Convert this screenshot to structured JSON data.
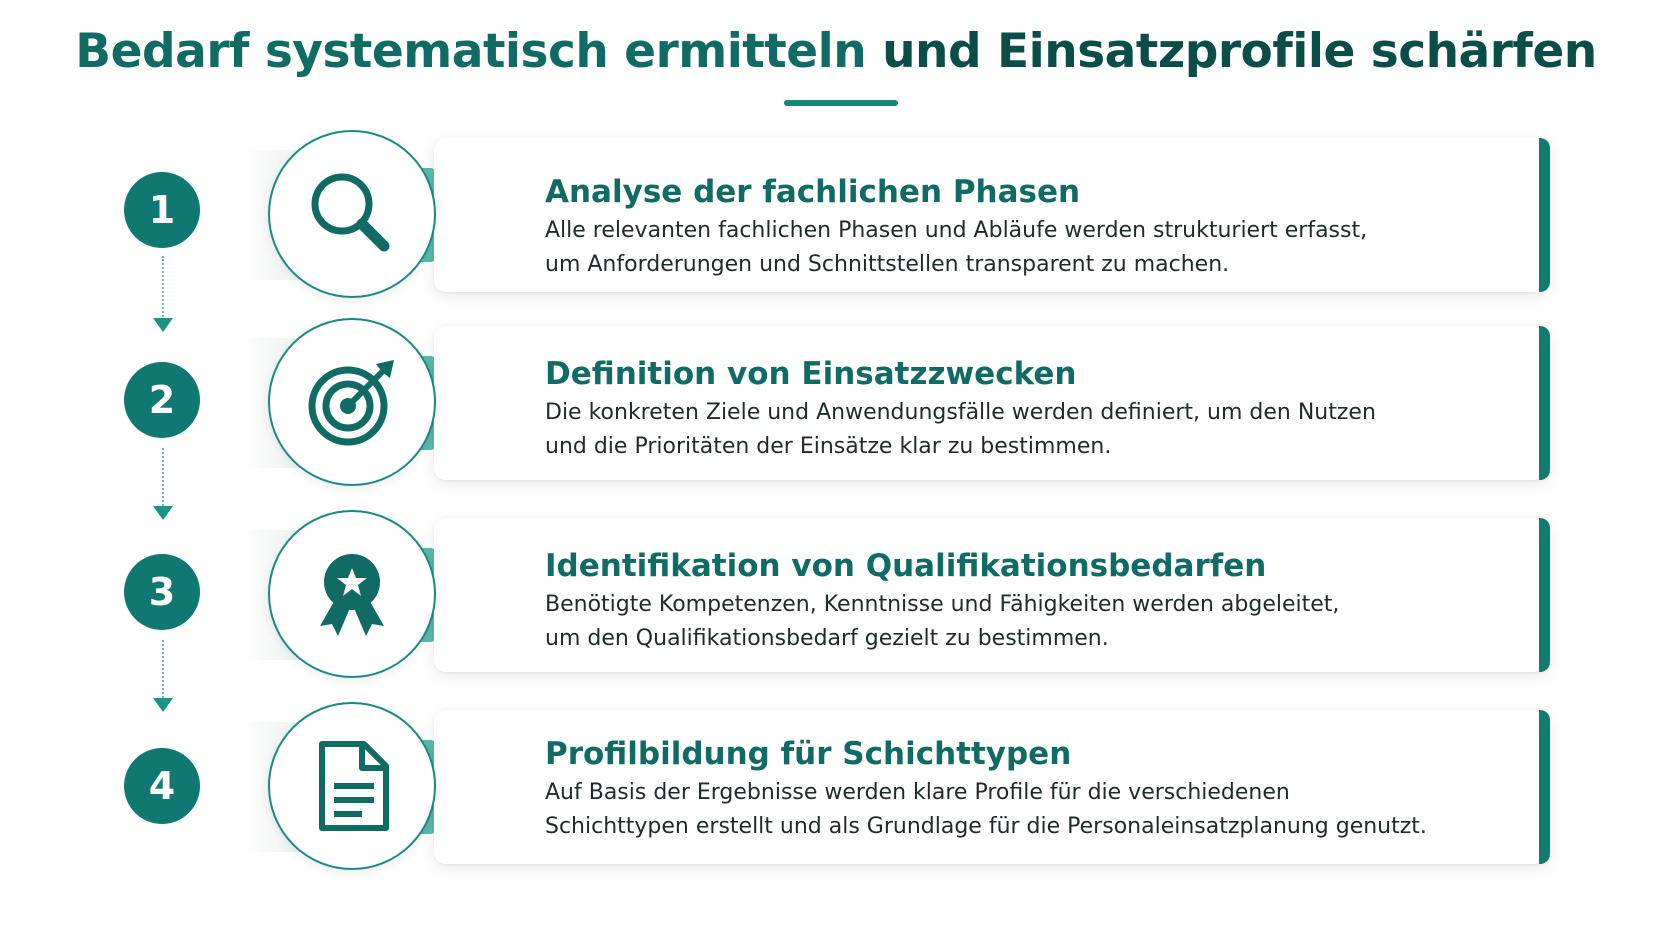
{
  "header": {
    "title_part1": "Bedarf systematisch ermitteln",
    "title_part2": "und Einsatzprofile schärfen"
  },
  "colors": {
    "primary": "#0f6b63",
    "dark_teal": "#0b4d49",
    "accent": "#138579",
    "chevron": "#5bbcb0"
  },
  "steps": [
    {
      "number": "1",
      "icon": "magnifier-icon",
      "title": "Analyse der fachlichen Phasen",
      "line1": "Alle relevanten fachlichen Phasen und Abläufe werden strukturiert erfasst,",
      "line2": "um Anforderungen und Schnittstellen transparent zu machen."
    },
    {
      "number": "2",
      "icon": "target-icon",
      "title": "Definition von Einsatzzwecken",
      "line1": "Die konkreten Ziele und Anwendungsfälle werden definiert, um den Nutzen",
      "line2": "und die Prioritäten der Einsätze klar zu bestimmen."
    },
    {
      "number": "3",
      "icon": "award-badge-icon",
      "title": "Identifikation von Qualifikationsbedarfen",
      "line1": "Benötigte Kompetenzen, Kenntnisse und Fähigkeiten werden abgeleitet,",
      "line2": "um den Qualifikationsbedarf gezielt zu bestimmen."
    },
    {
      "number": "4",
      "icon": "document-icon",
      "title": "Profilbildung für Schichttypen",
      "line1": "Auf Basis der Ergebnisse werden klare Profile für die verschiedenen",
      "line2": "Schichttypen erstellt und als Grundlage für die Personaleinsatzplanung genutzt."
    }
  ]
}
